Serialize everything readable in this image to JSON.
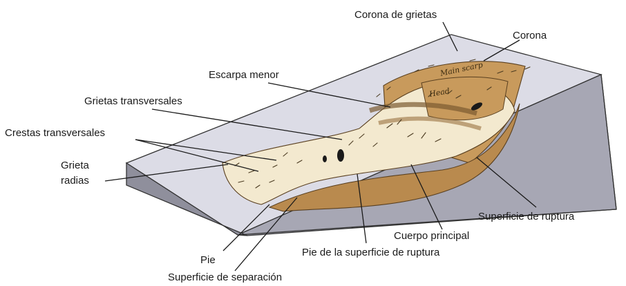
{
  "labels": {
    "corona_de_grietas": "Corona de grietas",
    "corona": "Corona",
    "escarpa_menor": "Escarpa menor",
    "grietas_transversales": "Grietas transversales",
    "crestas_transversales": "Crestas transversales",
    "grieta_radias": [
      "Grieta",
      "radias"
    ],
    "superficie_de_ruptura": "Superficie de ruptura",
    "cuerpo_principal": "Cuerpo principal",
    "pie_superficie_ruptura": "Pie de la superficie de ruptura",
    "pie": "Pie",
    "superficie_de_separacion": "Superficie de separación"
  },
  "inner_labels": {
    "main_scarp": "Main scarp",
    "head": "Head"
  },
  "colors": {
    "slope_top": "#dcdce6",
    "slope_side": "#a7a7b4",
    "slope_front": "#8f8f9c",
    "deposit": "#f3e9cf",
    "scarp": "#c89a5c",
    "body_section": "#b98a4e"
  }
}
